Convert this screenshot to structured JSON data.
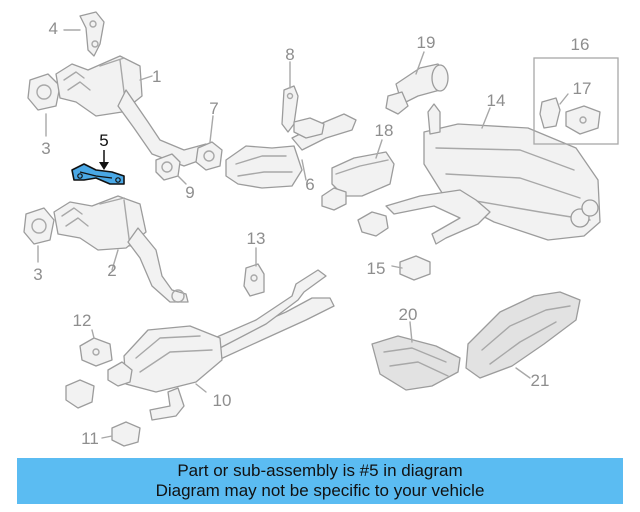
{
  "diagram": {
    "callouts": [
      "1",
      "2",
      "3",
      "3",
      "4",
      "5",
      "6",
      "7",
      "8",
      "9",
      "10",
      "11",
      "12",
      "13",
      "14",
      "15",
      "16",
      "17",
      "18",
      "19",
      "20",
      "21"
    ],
    "highlighted_part": "5",
    "highlight_color": "#4aa8e6"
  },
  "banner": {
    "line1": "Part or sub-assembly is #5 in diagram",
    "line2": "Diagram may not be specific to your vehicle",
    "color": "#5bbcf2"
  }
}
